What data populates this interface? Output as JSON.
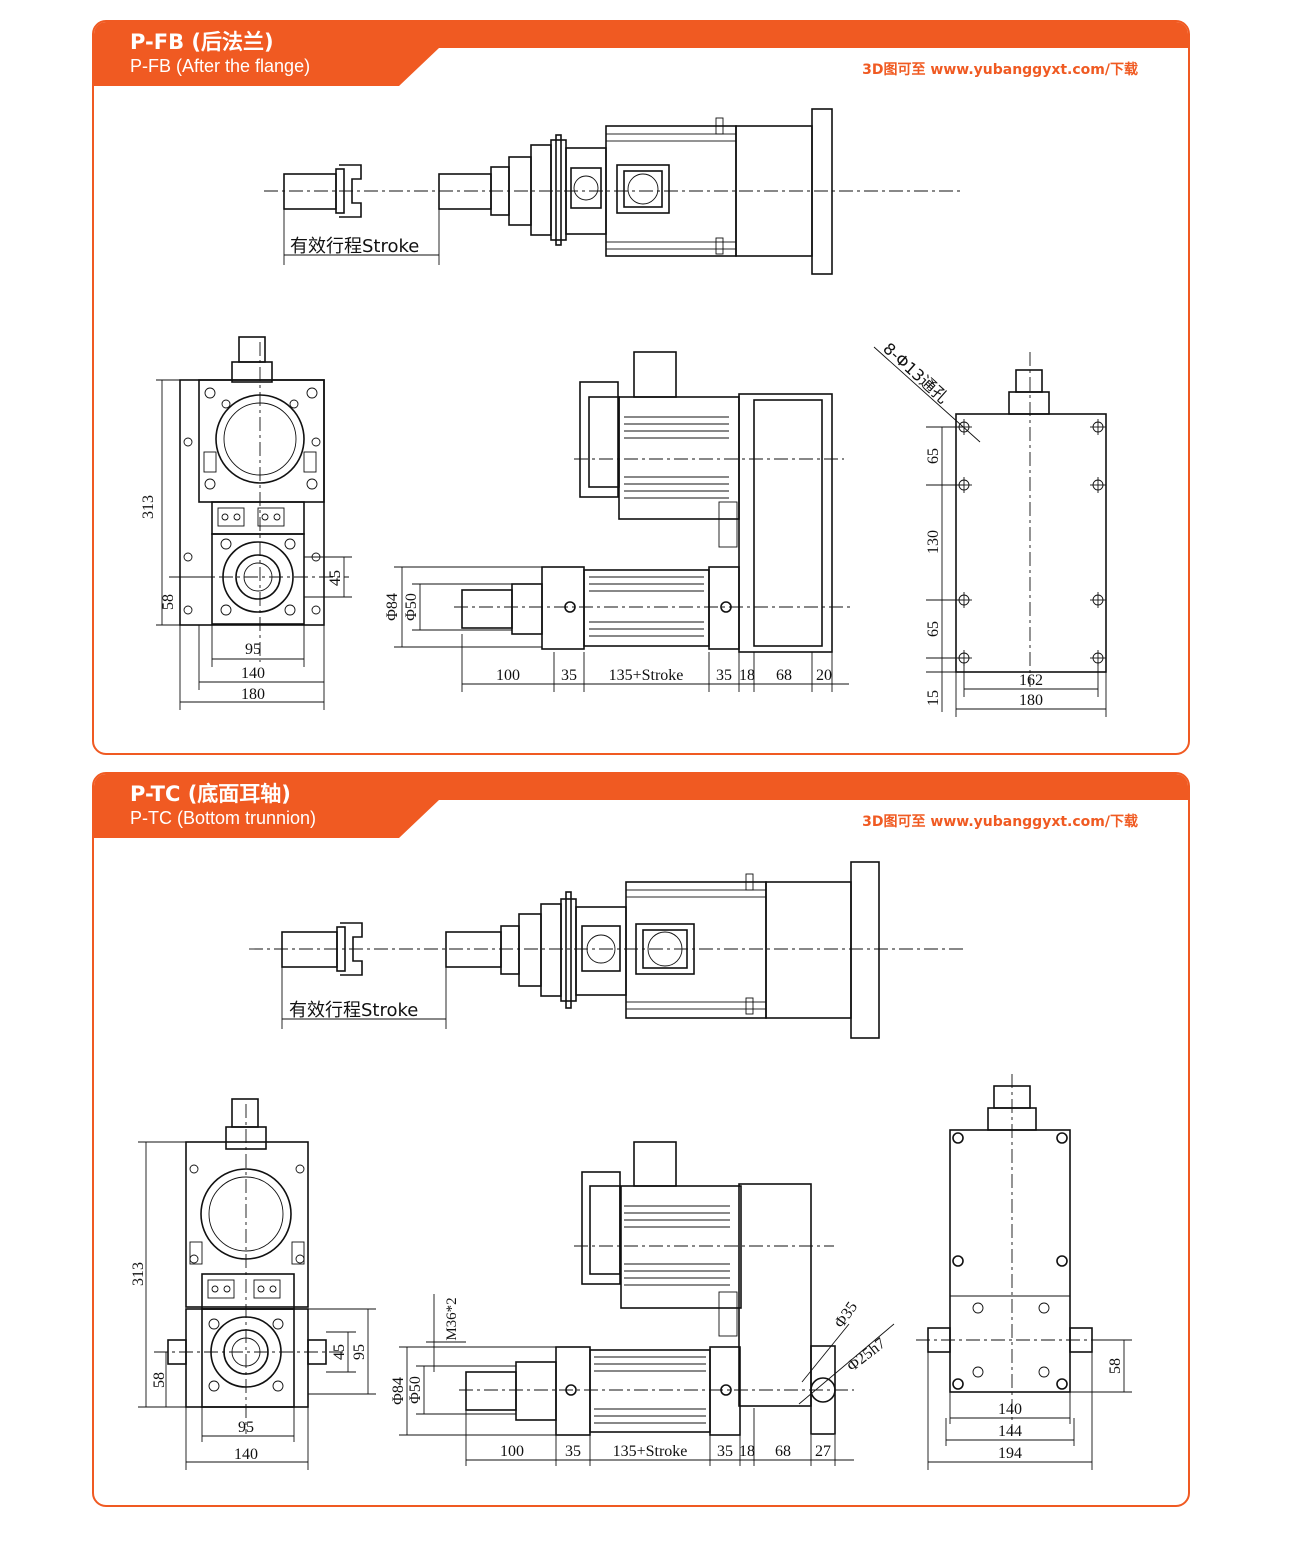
{
  "download_note": "3D图可至 www.yubanggyxt.com/下载",
  "sections": [
    {
      "title_cn": "P-FB (后法兰)",
      "title_en": "P-FB (After the flange)",
      "stroke_label": "有效行程Stroke",
      "front_view": {
        "height": "313",
        "d58": "58",
        "d45": "45",
        "w95": "95",
        "w140": "140",
        "w180": "180"
      },
      "side_view": {
        "dia84": "Φ84",
        "dia50": "Φ50",
        "d100": "100",
        "d35a": "35",
        "stroke": "135+Stroke",
        "d35b": "35",
        "d18": "18",
        "d68": "68",
        "d20": "20"
      },
      "flange_view": {
        "holes": "8-Φ13通孔",
        "d65a": "65",
        "d130": "130",
        "d65b": "65",
        "d15": "15",
        "w162": "162",
        "w180": "180"
      }
    },
    {
      "title_cn": "P-TC (底面耳轴)",
      "title_en": "P-TC (Bottom trunnion)",
      "stroke_label": "有效行程Stroke",
      "front_view": {
        "height": "313",
        "d58": "58",
        "d45": "45",
        "d95v": "95",
        "w95": "95",
        "w140": "140"
      },
      "side_view": {
        "thread": "M36*2",
        "dia84": "Φ84",
        "dia50": "Φ50",
        "d100": "100",
        "d35a": "35",
        "stroke": "135+Stroke",
        "d35b": "35",
        "d18": "18",
        "d68": "68",
        "d27": "27",
        "dia35": "Φ35",
        "dia25": "Φ25h7"
      },
      "bottom_view": {
        "d58": "58",
        "w140": "140",
        "w144": "144",
        "w194": "194"
      }
    }
  ]
}
